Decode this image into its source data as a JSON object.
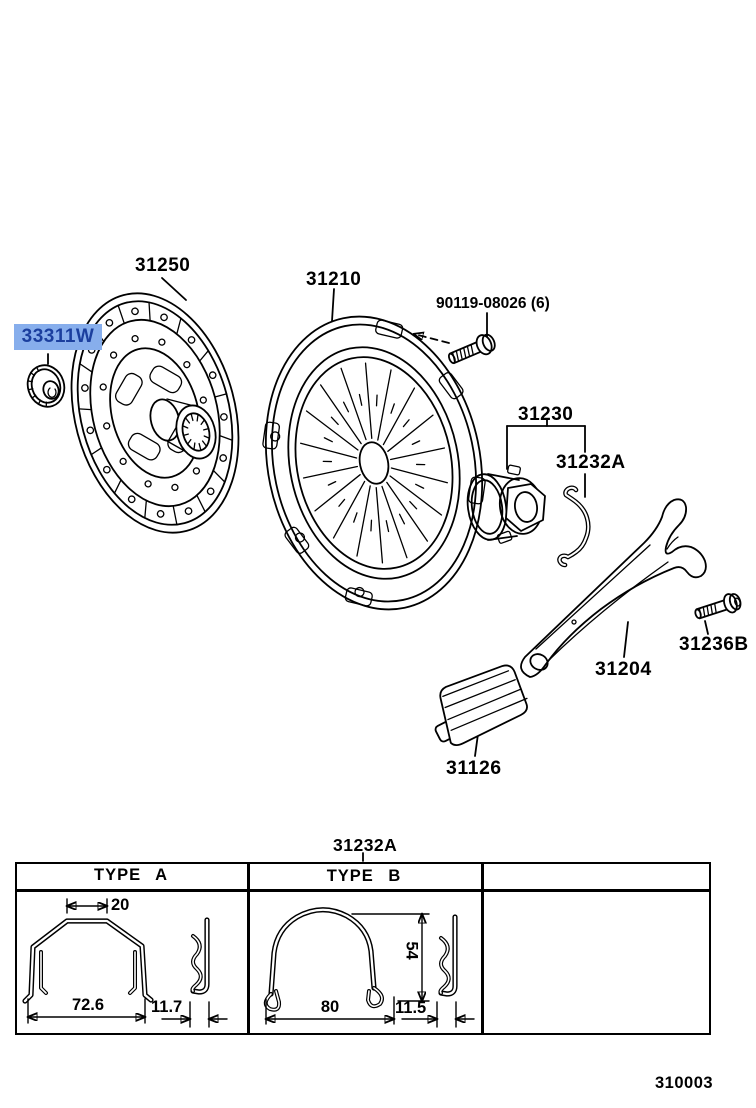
{
  "diagram": {
    "footer_code": "310003",
    "highlight_color": "#87AEEC",
    "highlight_text_color": "#1B3F9E",
    "selected_part": "33311W",
    "parts": {
      "clutch_disc": "31250",
      "clutch_cover": "31210",
      "cover_bolt": "90119-08026 (6)",
      "hub_seal": "33311W",
      "release_bearing": "31230",
      "bearing_clip": "31232A",
      "release_fork": "31204",
      "fork_bolt": "31236B",
      "fork_boot": "31126"
    },
    "spec_table": {
      "title": "31232A",
      "type_a": {
        "header": "TYPE A",
        "top_width": "20",
        "base_width": "72.6",
        "side_width": "11.7"
      },
      "type_b": {
        "header": "TYPE B",
        "base_width": "80",
        "height": "54",
        "side_width": "11.5"
      }
    }
  }
}
